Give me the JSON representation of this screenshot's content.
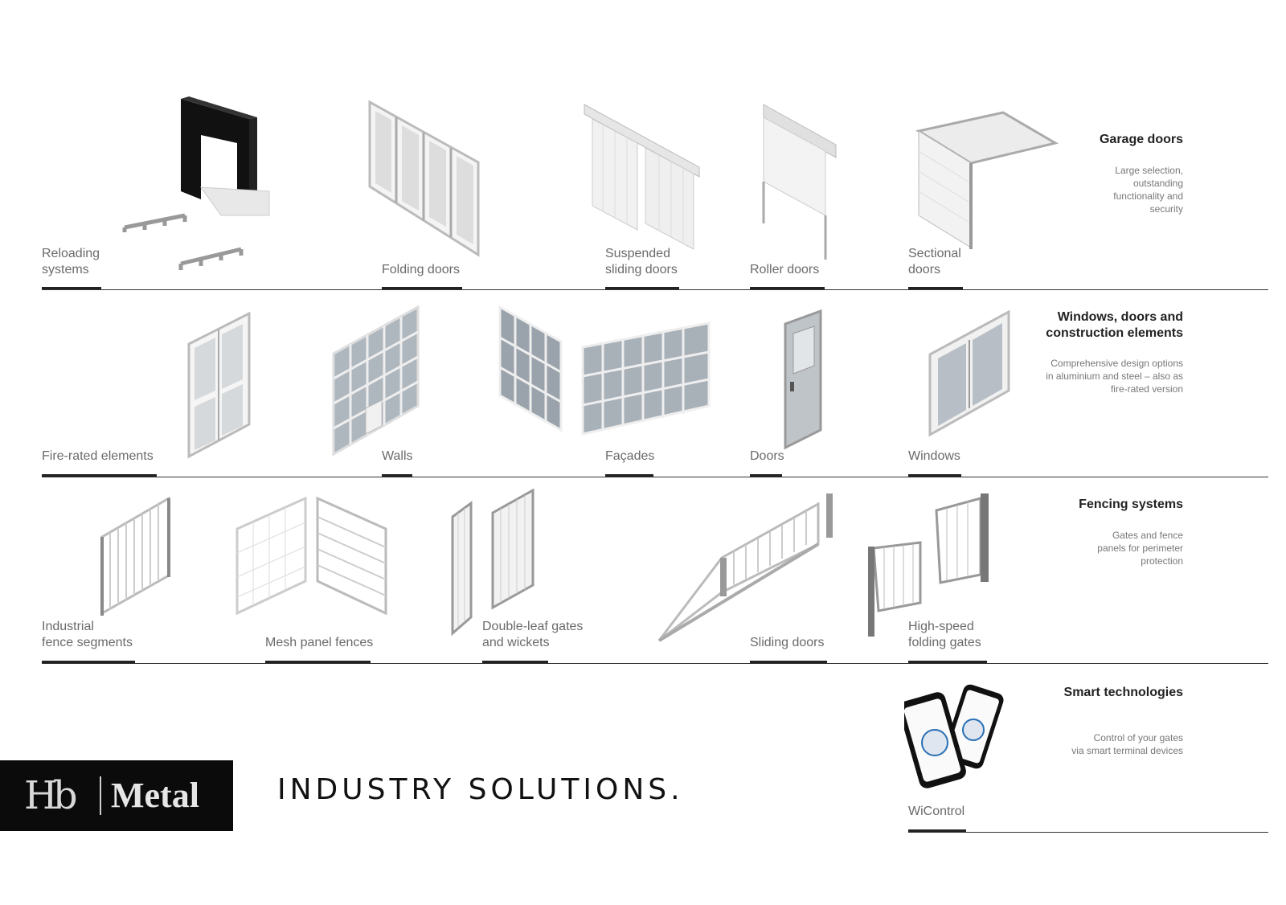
{
  "rows": [
    {
      "category_title": "Garage doors",
      "category_desc": "Large selection,\noutstanding\nfunctionality and\nsecurity",
      "products": [
        {
          "label": "Reloading\nsystems",
          "icon": "reloading-system-icon"
        },
        {
          "label": "Folding doors",
          "icon": "folding-door-icon"
        },
        {
          "label": "Suspended\nsliding doors",
          "icon": "suspended-sliding-door-icon"
        },
        {
          "label": "Roller doors",
          "icon": "roller-door-icon"
        },
        {
          "label": "Sectional\ndoors",
          "icon": "sectional-door-icon"
        }
      ]
    },
    {
      "category_title": "Windows, doors and\nconstruction elements",
      "category_desc": "Comprehensive design options\nin aluminium and steel – also as\nfire-rated version",
      "products": [
        {
          "label": "Fire-rated elements",
          "icon": "fire-rated-element-icon"
        },
        {
          "label": "Walls",
          "icon": "wall-icon"
        },
        {
          "label": "Façades",
          "icon": "facade-icon"
        },
        {
          "label": "Doors",
          "icon": "door-icon"
        },
        {
          "label": "Windows",
          "icon": "window-icon"
        }
      ]
    },
    {
      "category_title": "Fencing systems",
      "category_desc": "Gates and fence\npanels for perimeter\nprotection",
      "products": [
        {
          "label": "Industrial\nfence segments",
          "icon": "industrial-fence-icon"
        },
        {
          "label": "Mesh panel fences",
          "icon": "mesh-fence-icon"
        },
        {
          "label": "Double-leaf gates\nand wickets",
          "icon": "double-leaf-gate-icon"
        },
        {
          "label": "Sliding doors",
          "icon": "sliding-gate-icon"
        },
        {
          "label": "High-speed\nfolding gates",
          "icon": "folding-gate-icon"
        }
      ]
    },
    {
      "category_title": "Smart technologies",
      "category_desc": "Control of your gates\nvia smart terminal devices",
      "products": [
        {
          "label": "WiControl",
          "icon": "smartphone-icon"
        }
      ]
    }
  ],
  "brand": {
    "monogram": "Hb",
    "name": "Metal"
  },
  "headline": "INDUSTRY SOLUTIONS."
}
